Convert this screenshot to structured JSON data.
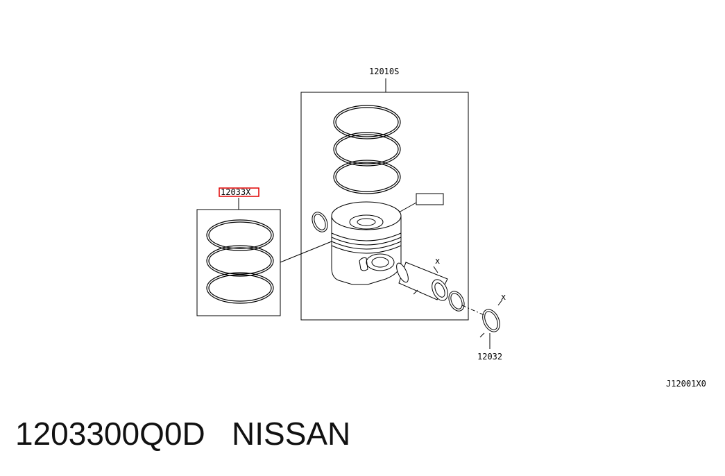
{
  "diagram": {
    "labels": {
      "piece_set": "12010S",
      "ring_set": "12033X",
      "snap_ring": "12032",
      "mark_pin": "x",
      "mark_ring": "x",
      "ref_code": "J12001X0"
    },
    "highlight_color": "#e00000"
  },
  "caption": {
    "part_number": "1203300Q0D",
    "brand": "NISSAN"
  }
}
